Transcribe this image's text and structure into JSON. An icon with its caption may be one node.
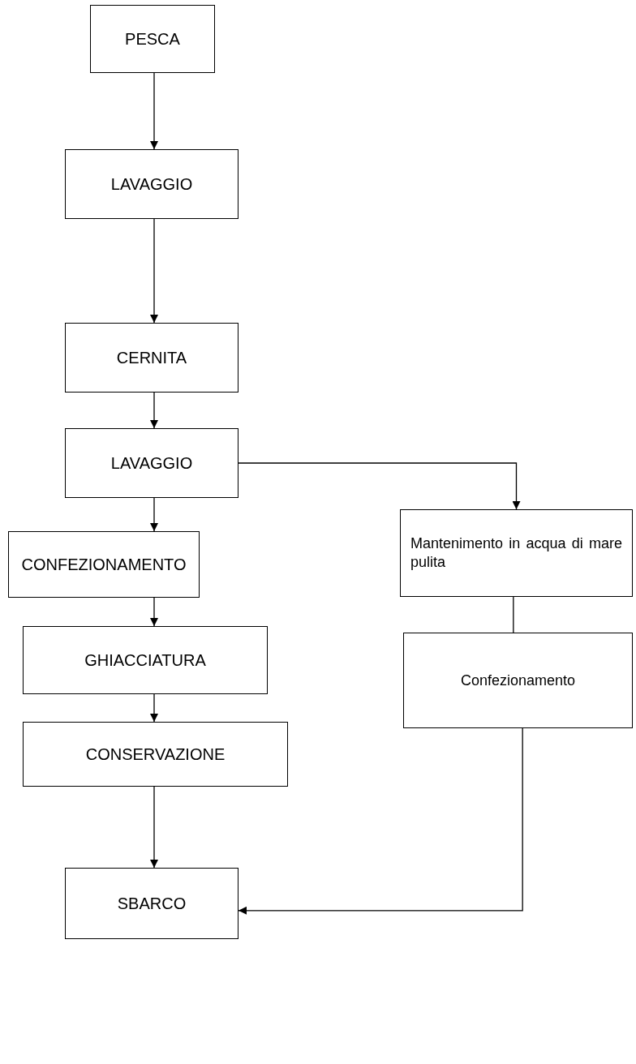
{
  "diagram": {
    "nodes": [
      {
        "text": [
          "PESCA"
        ]
      },
      {
        "text": [
          "LAVAGGIO"
        ]
      },
      {
        "text": [
          "CERNITA"
        ]
      },
      {
        "text": [
          "LAVAGGIO"
        ]
      },
      {
        "text": [
          "CONFEZIONAMENTO"
        ]
      },
      {
        "text": [
          "GHIACCIATURA"
        ]
      },
      {
        "text": [
          "CONSERVAZIONE"
        ]
      },
      {
        "text": [
          "SBARCO"
        ]
      },
      {
        "text": [
          "Mantenimento in acqua di mare pulita"
        ]
      },
      {
        "text": [
          "Confezionamento"
        ]
      }
    ],
    "edges": [
      {
        "from": 0,
        "to": 1,
        "arrow": "to"
      },
      {
        "from": 1,
        "to": 2,
        "arrow": "to"
      },
      {
        "from": 2,
        "to": 3,
        "arrow": "to"
      },
      {
        "from": 3,
        "to": 4,
        "arrow": "to"
      },
      {
        "from": 4,
        "to": 5,
        "arrow": "to"
      },
      {
        "from": 5,
        "to": 6,
        "arrow": "to"
      },
      {
        "from": 6,
        "to": 7,
        "arrow": "to"
      },
      {
        "from": 3,
        "to": 8,
        "arrow": "to"
      },
      {
        "from": 8,
        "to": 9,
        "arrow": "none"
      },
      {
        "from": 9,
        "to": 7,
        "arrow": "to"
      }
    ]
  }
}
